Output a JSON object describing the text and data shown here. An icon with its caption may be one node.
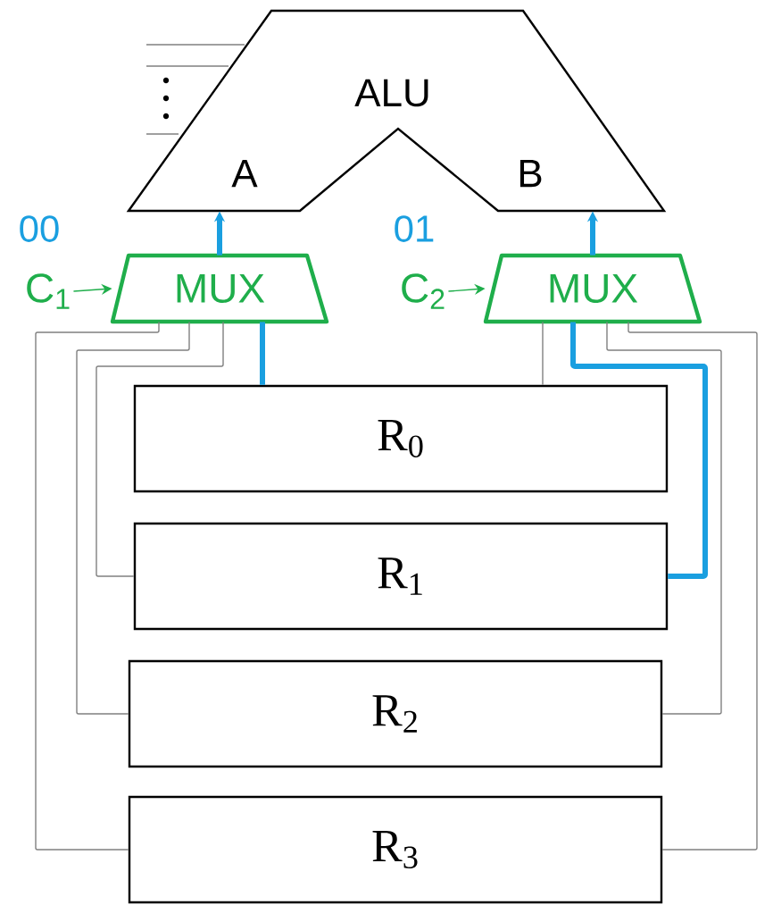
{
  "diagram": {
    "nodes": [
      {
        "text": [
          "ALU",
          "A",
          "B"
        ]
      },
      {
        "text": [
          "C$_{1}$"
        ],
        "beside": [
          "00"
        ]
      },
      {
        "text": [
          "MUX"
        ]
      },
      {
        "text": [
          "C$_{2}$"
        ],
        "beside": [
          "01"
        ]
      },
      {
        "text": [
          "MUX"
        ]
      },
      {
        "text": [
          "R$_{0}$"
        ]
      },
      {
        "text": [
          "R$_{1}$"
        ]
      },
      {
        "text": [
          "R$_{2}$"
        ]
      },
      {
        "text": [
          "R$_{3}$"
        ]
      }
    ],
    "edges": [
      {
        "from": 1,
        "to": 2,
        "arrow": "to",
        "color": "#1fae4b"
      },
      {
        "from": 3,
        "to": 4,
        "arrow": "to",
        "color": "#1fae4b"
      },
      {
        "from": 2,
        "to": 0,
        "arrow": "to",
        "style": "thick",
        "color": "#1a9fe0"
      },
      {
        "from": 4,
        "to": 0,
        "arrow": "to",
        "style": "thick",
        "color": "#1a9fe0"
      },
      {
        "from": 5,
        "to": 2,
        "arrow": "none",
        "style": "thick",
        "color": "#1a9fe0"
      },
      {
        "from": 6,
        "to": 2,
        "arrow": "none"
      },
      {
        "from": 7,
        "to": 2,
        "arrow": "none"
      },
      {
        "from": 8,
        "to": 2,
        "arrow": "none"
      },
      {
        "from": 5,
        "to": 4,
        "arrow": "none"
      },
      {
        "from": 6,
        "to": 4,
        "arrow": "none",
        "style": "thick",
        "color": "#1a9fe0"
      },
      {
        "from": 7,
        "to": 4,
        "arrow": "none"
      },
      {
        "from": 8,
        "to": 4,
        "arrow": "none"
      }
    ]
  }
}
